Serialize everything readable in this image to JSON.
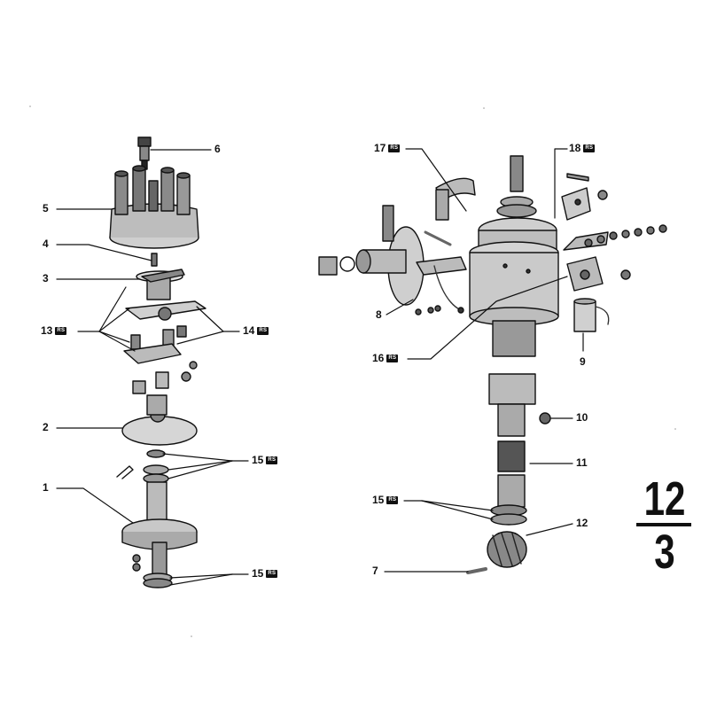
{
  "callouts": [
    {
      "id": "c6",
      "label": "6",
      "rs": ""
    },
    {
      "id": "c5",
      "label": "5",
      "rs": ""
    },
    {
      "id": "c4",
      "label": "4",
      "rs": ""
    },
    {
      "id": "c3",
      "label": "3",
      "rs": ""
    },
    {
      "id": "c13",
      "label": "13",
      "rs": "RS"
    },
    {
      "id": "c14",
      "label": "14",
      "rs": "RS"
    },
    {
      "id": "c2",
      "label": "2",
      "rs": ""
    },
    {
      "id": "c15a",
      "label": "15",
      "rs": "RS"
    },
    {
      "id": "c1",
      "label": "1",
      "rs": ""
    },
    {
      "id": "c15b",
      "label": "15",
      "rs": "RS"
    },
    {
      "id": "c17",
      "label": "17",
      "rs": "RS"
    },
    {
      "id": "c18",
      "label": "18",
      "rs": "RS"
    },
    {
      "id": "c8",
      "label": "8",
      "rs": ""
    },
    {
      "id": "c16",
      "label": "16",
      "rs": "RS"
    },
    {
      "id": "c9",
      "label": "9",
      "rs": ""
    },
    {
      "id": "c10",
      "label": "10",
      "rs": ""
    },
    {
      "id": "c11",
      "label": "11",
      "rs": ""
    },
    {
      "id": "c15c",
      "label": "15",
      "rs": "RS"
    },
    {
      "id": "c12",
      "label": "12",
      "rs": ""
    },
    {
      "id": "c7",
      "label": "7",
      "rs": ""
    }
  ],
  "sheet": {
    "major": "12",
    "minor": "3"
  }
}
